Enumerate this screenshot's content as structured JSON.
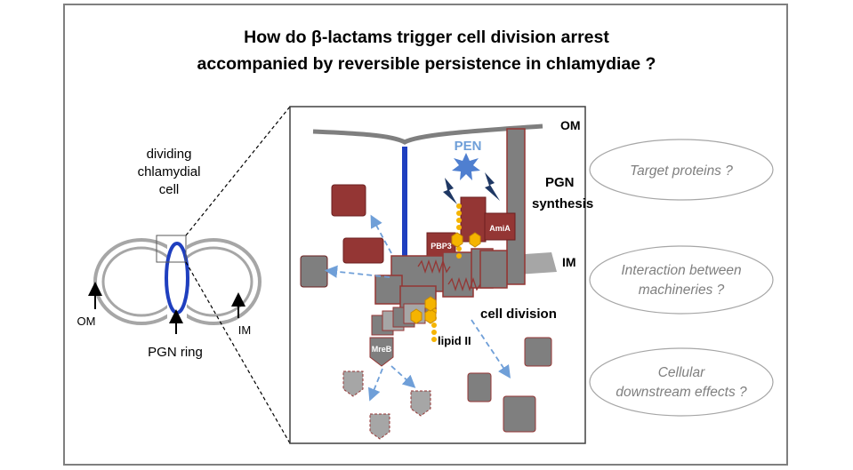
{
  "title": {
    "line1": "How do β-lactams trigger cell division arrest",
    "line2": "accompanied by reversible persistence in chlamydiae ?"
  },
  "left_cell": {
    "caption_line1": "dividing",
    "caption_line2": "chlamydial",
    "caption_line3": "cell",
    "om_label": "OM",
    "im_label": "IM",
    "pgn_ring_label": "PGN ring"
  },
  "zoom": {
    "om_label": "OM",
    "im_label": "IM",
    "pen_label": "PEN",
    "pgn_line1": "PGN",
    "pgn_line2": "synthesis",
    "pbp3_label": "PBP3",
    "amia_label": "AmiA",
    "cell_division_label": "cell division",
    "lipid_label": "lipid II",
    "mreb_label": "MreB"
  },
  "questions": [
    {
      "line1": "Target proteins ?",
      "line2": ""
    },
    {
      "line1": "Interaction between",
      "line2": "machineries ?"
    },
    {
      "line1": "Cellular",
      "line2": "downstream effects ?"
    }
  ],
  "colors": {
    "dark_red": "#943634",
    "gray_box": "#7f7f7f",
    "light_gray": "#a6a6a6",
    "blue": "#1f3fbf",
    "dash_blue": "#6f9fd8",
    "orange": "#f5b400",
    "navy": "#1f3864"
  }
}
